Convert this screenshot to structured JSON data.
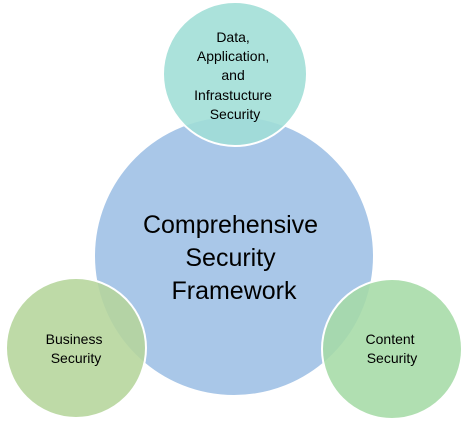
{
  "diagram": {
    "center": {
      "lines": [
        "Comprehensive",
        "Security",
        "Framework"
      ],
      "color": "#a9c7e8"
    },
    "nodes": [
      {
        "lines": [
          "Data,",
          "Application,",
          "and",
          "Infrastucture",
          "Security"
        ],
        "color": "#9fded6"
      },
      {
        "lines": [
          "Business",
          "Security"
        ],
        "color": "#b5d59b"
      },
      {
        "lines": [
          "Content",
          "Security"
        ],
        "color": "#a5dba6"
      }
    ]
  }
}
